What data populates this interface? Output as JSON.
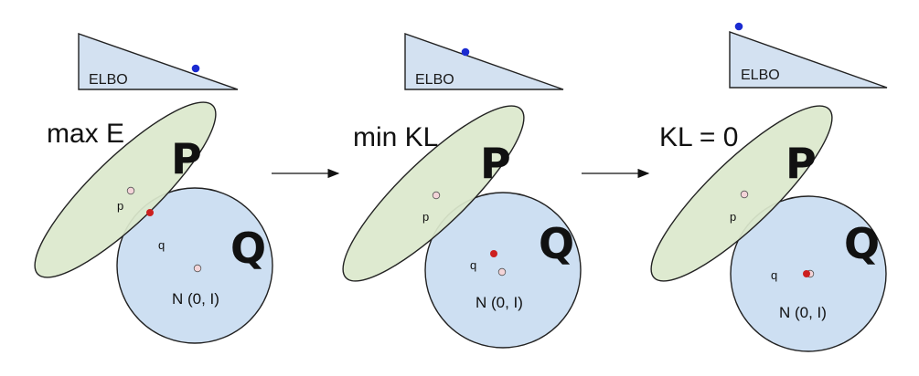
{
  "colors": {
    "ellipse_fill": "#dbe8cc",
    "circle_fill": "#cddff2",
    "triangle_fill": "#d3e1f1",
    "stroke": "#222222",
    "blue_dot": "#1b2bd1",
    "red_dot": "#cc1f1f",
    "pink_dot": "#f3d4d8"
  },
  "panels": [
    {
      "title": "max E",
      "elbo_label": "ELBO",
      "ellipse_label": "P",
      "circle_label": "Q",
      "p_label": "p",
      "q_label": "q",
      "prior_label": "N (0, I)"
    },
    {
      "title": "min KL",
      "elbo_label": "ELBO",
      "ellipse_label": "P",
      "circle_label": "Q",
      "p_label": "p",
      "q_label": "q",
      "prior_label": "N (0, I)"
    },
    {
      "title": "KL = 0",
      "elbo_label": "ELBO",
      "ellipse_label": "P",
      "circle_label": "Q",
      "p_label": "p",
      "q_label": "q",
      "prior_label": "N (0, I)"
    }
  ]
}
